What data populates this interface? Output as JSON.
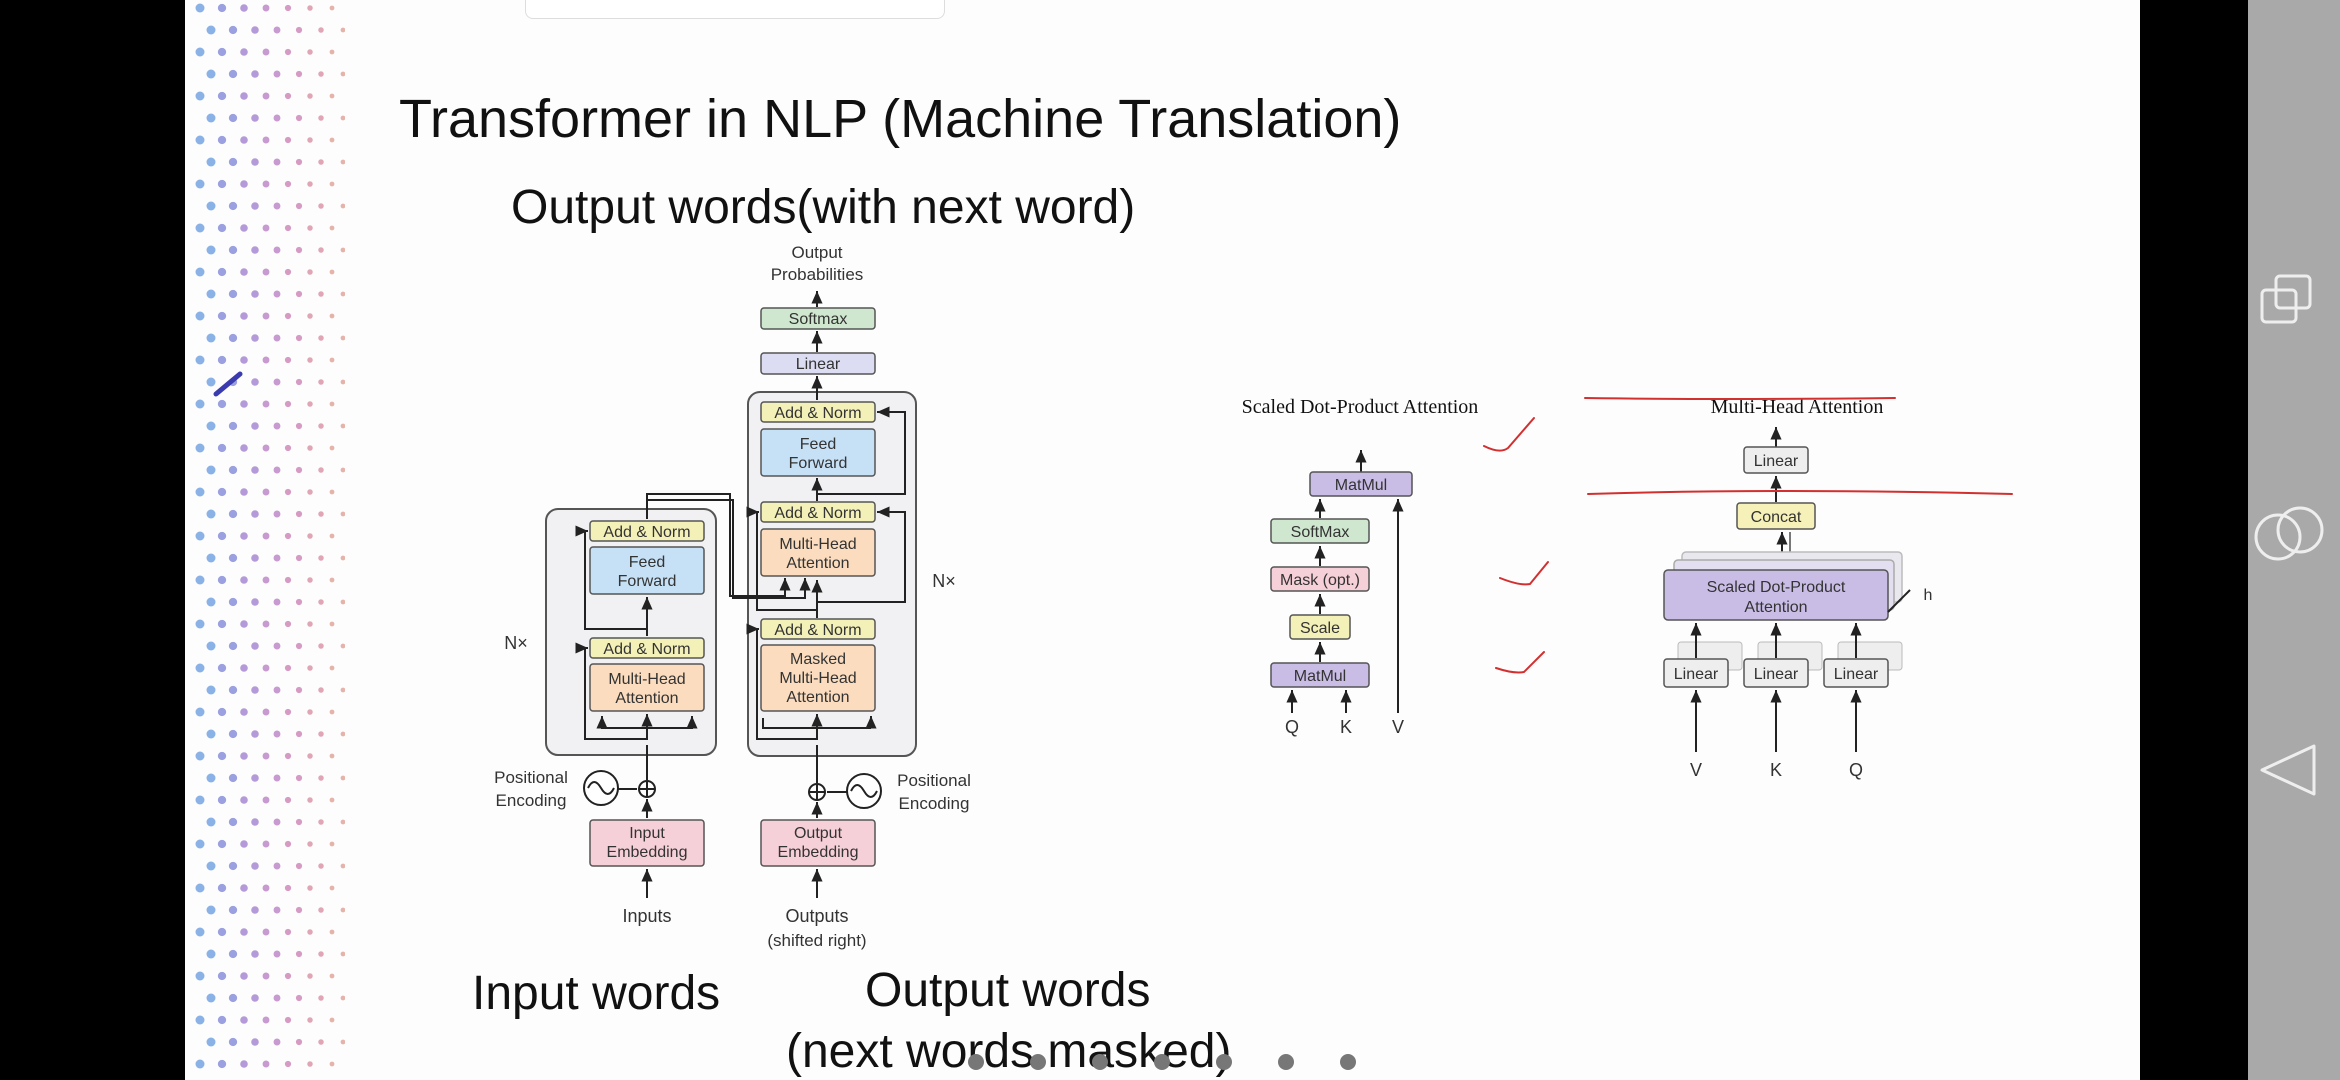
{
  "slide": {
    "title": "Transformer in NLP (Machine Translation)",
    "label_top": "Output  words(with next word)",
    "label_inputs": "Input words",
    "label_outputs_1": "Output  words",
    "label_outputs_2": "(next words masked)"
  },
  "transformer": {
    "output_probabilities_1": "Output",
    "output_probabilities_2": "Probabilities",
    "softmax": "Softmax",
    "linear": "Linear",
    "add_norm": "Add & Norm",
    "feed_forward_1": "Feed",
    "feed_forward_2": "Forward",
    "multi_head_1": "Multi-Head",
    "multi_head_2": "Attention",
    "masked_1": "Masked",
    "masked_2": "Multi-Head",
    "masked_3": "Attention",
    "nx": "N×",
    "positional_1": "Positional",
    "positional_2": "Encoding",
    "input_embedding_1": "Input",
    "input_embedding_2": "Embedding",
    "output_embedding_1": "Output",
    "output_embedding_2": "Embedding",
    "inputs": "Inputs",
    "outputs": "Outputs",
    "outputs_sub": "(shifted right)"
  },
  "scaled_attention": {
    "title": "Scaled Dot-Product Attention",
    "matmul": "MatMul",
    "softmax": "SoftMax",
    "mask": "Mask (opt.)",
    "scale": "Scale",
    "q": "Q",
    "k": "K",
    "v": "V"
  },
  "multihead_attention": {
    "title": "Multi-Head Attention",
    "linear": "Linear",
    "concat": "Concat",
    "sdpa_1": "Scaled Dot-Product",
    "sdpa_2": "Attention",
    "h": "h",
    "v": "V",
    "k": "K",
    "q": "Q"
  },
  "colors": {
    "softmax_fill": "#cfe6cf",
    "linear_fill": "#dcdcf2",
    "add_norm_fill": "#f3f0b8",
    "feed_forward_fill": "#c6e0f5",
    "attention_fill": "#fbdcbe",
    "embedding_fill": "#f6d0d8",
    "matmul_fill": "#c9bde6",
    "concat_fill": "#f6f1b8",
    "annotation_red": "#d23030"
  },
  "navigation": {
    "icons": [
      "recent-apps-icon",
      "home-icon",
      "back-icon"
    ],
    "page_dots": 7
  }
}
